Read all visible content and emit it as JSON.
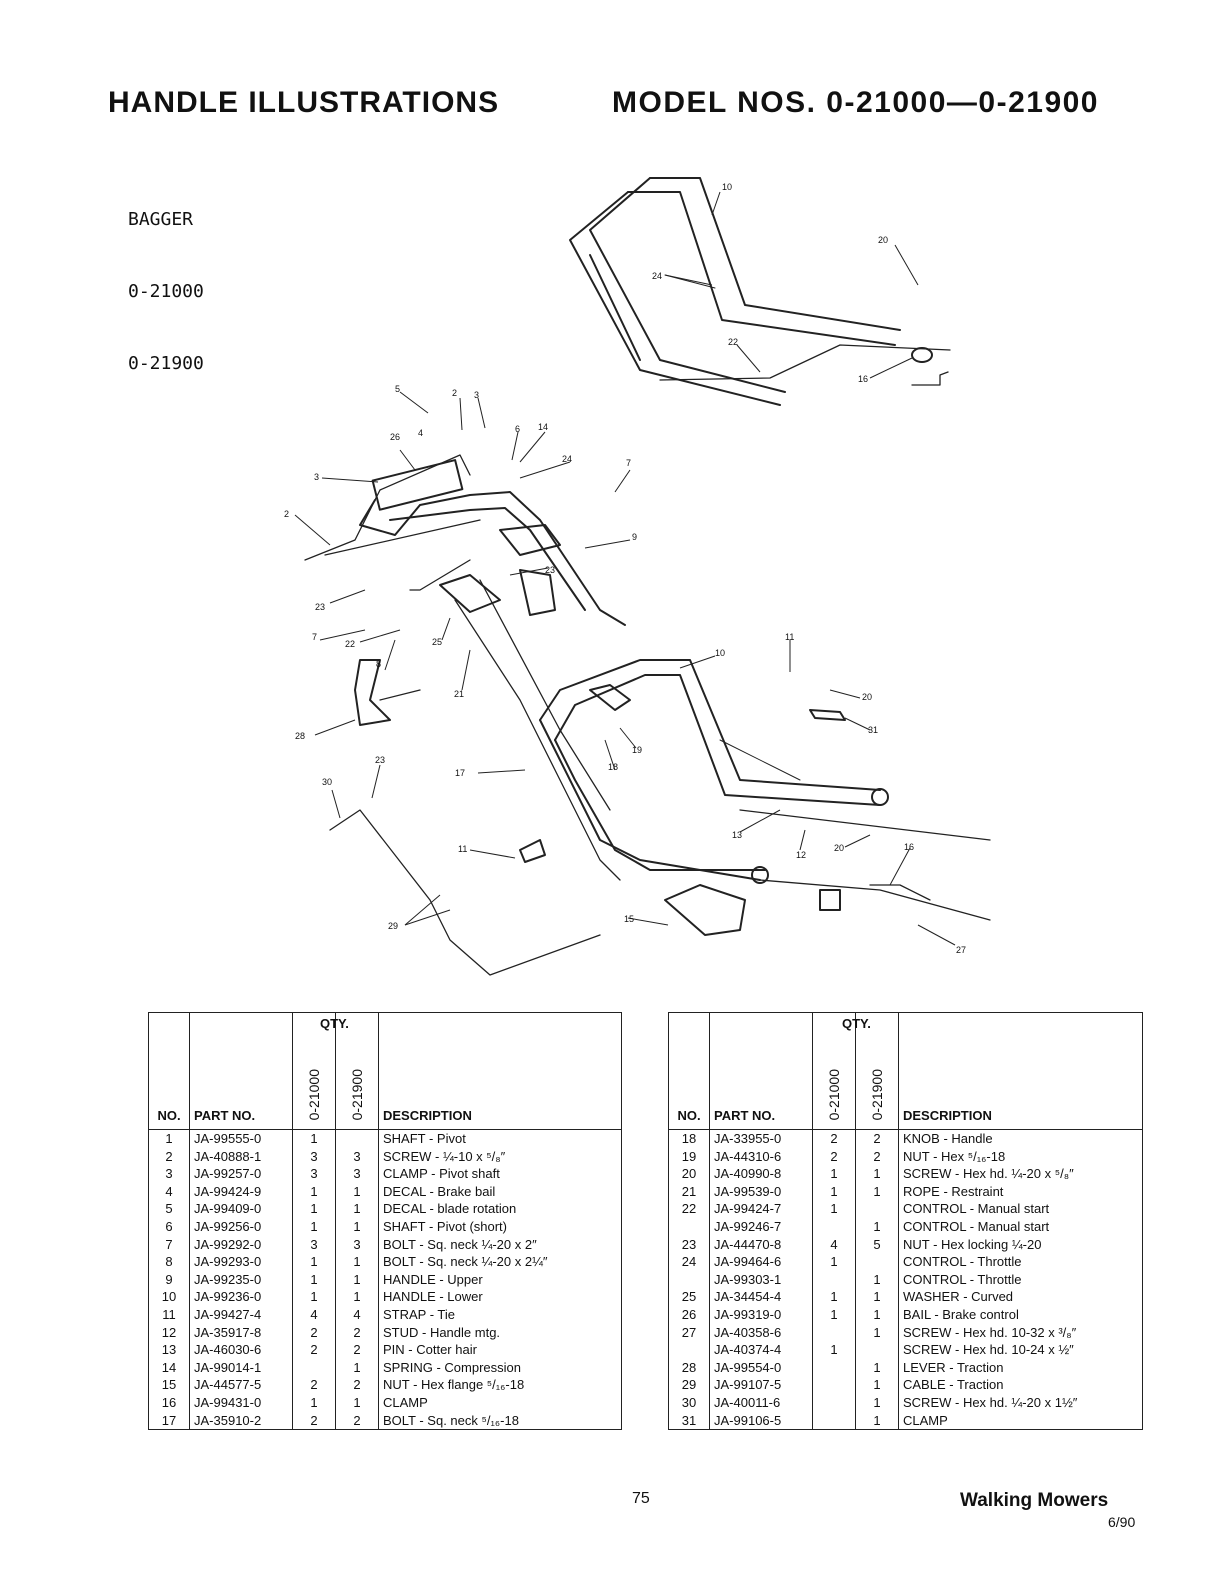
{
  "header": {
    "title": "HANDLE ILLUSTRATIONS",
    "model": "MODEL NOS. 0-21000—0-21900"
  },
  "subtitle": [
    "BAGGER",
    "0-21000",
    "0-21900"
  ],
  "diagram": {
    "callouts": [
      "10",
      "20",
      "24",
      "22",
      "16",
      "5",
      "2",
      "3",
      "26",
      "4",
      "6",
      "14",
      "24",
      "7",
      "3",
      "2",
      "9",
      "23",
      "23",
      "7",
      "22",
      "25",
      "8",
      "11",
      "10",
      "20",
      "31",
      "21",
      "28",
      "18",
      "19",
      "17",
      "23",
      "30",
      "13",
      "12",
      "20",
      "16",
      "11",
      "29",
      "15",
      "27"
    ]
  },
  "table_headers": {
    "qty": "QTY.",
    "no": "NO.",
    "part": "PART NO.",
    "model_a": "0-21000",
    "model_b": "0-21900",
    "desc": "DESCRIPTION"
  },
  "parts_left": [
    {
      "no": "1",
      "part": "JA-99555-0",
      "a": "1",
      "b": "",
      "desc": "SHAFT - Pivot"
    },
    {
      "no": "2",
      "part": "JA-40888-1",
      "a": "3",
      "b": "3",
      "desc": "SCREW - ¼-10 x ⁵/₈″"
    },
    {
      "no": "3",
      "part": "JA-99257-0",
      "a": "3",
      "b": "3",
      "desc": "CLAMP - Pivot shaft"
    },
    {
      "no": "4",
      "part": "JA-99424-9",
      "a": "1",
      "b": "1",
      "desc": "DECAL - Brake bail"
    },
    {
      "no": "5",
      "part": "JA-99409-0",
      "a": "1",
      "b": "1",
      "desc": "DECAL - blade rotation"
    },
    {
      "no": "6",
      "part": "JA-99256-0",
      "a": "1",
      "b": "1",
      "desc": "SHAFT - Pivot (short)"
    },
    {
      "no": "7",
      "part": "JA-99292-0",
      "a": "3",
      "b": "3",
      "desc": "BOLT - Sq. neck ¼-20 x 2″"
    },
    {
      "no": "8",
      "part": "JA-99293-0",
      "a": "1",
      "b": "1",
      "desc": "BOLT - Sq. neck ¼-20 x 2¼″"
    },
    {
      "no": "9",
      "part": "JA-99235-0",
      "a": "1",
      "b": "1",
      "desc": "HANDLE - Upper"
    },
    {
      "no": "10",
      "part": "JA-99236-0",
      "a": "1",
      "b": "1",
      "desc": "HANDLE - Lower"
    },
    {
      "no": "11",
      "part": "JA-99427-4",
      "a": "4",
      "b": "4",
      "desc": "STRAP - Tie"
    },
    {
      "no": "12",
      "part": "JA-35917-8",
      "a": "2",
      "b": "2",
      "desc": "STUD - Handle mtg."
    },
    {
      "no": "13",
      "part": "JA-46030-6",
      "a": "2",
      "b": "2",
      "desc": "PIN - Cotter hair"
    },
    {
      "no": "14",
      "part": "JA-99014-1",
      "a": "",
      "b": "1",
      "desc": "SPRING - Compression"
    },
    {
      "no": "15",
      "part": "JA-44577-5",
      "a": "2",
      "b": "2",
      "desc": "NUT - Hex flange ⁵/₁₆-18"
    },
    {
      "no": "16",
      "part": "JA-99431-0",
      "a": "1",
      "b": "1",
      "desc": "CLAMP"
    },
    {
      "no": "17",
      "part": "JA-35910-2",
      "a": "2",
      "b": "2",
      "desc": "BOLT - Sq. neck ⁵/₁₆-18"
    }
  ],
  "parts_right": [
    {
      "no": "18",
      "part": "JA-33955-0",
      "a": "2",
      "b": "2",
      "desc": "KNOB - Handle"
    },
    {
      "no": "19",
      "part": "JA-44310-6",
      "a": "2",
      "b": "2",
      "desc": "NUT - Hex ⁵/₁₆-18"
    },
    {
      "no": "20",
      "part": "JA-40990-8",
      "a": "1",
      "b": "1",
      "desc": "SCREW - Hex hd. ¼-20 x ⁵/₈″"
    },
    {
      "no": "21",
      "part": "JA-99539-0",
      "a": "1",
      "b": "1",
      "desc": "ROPE - Restraint"
    },
    {
      "no": "22",
      "part": "JA-99424-7",
      "a": "1",
      "b": "",
      "desc": "CONTROL - Manual start"
    },
    {
      "no": "",
      "part": "JA-99246-7",
      "a": "",
      "b": "1",
      "desc": "CONTROL - Manual start"
    },
    {
      "no": "23",
      "part": "JA-44470-8",
      "a": "4",
      "b": "5",
      "desc": "NUT - Hex locking ¼-20"
    },
    {
      "no": "24",
      "part": "JA-99464-6",
      "a": "1",
      "b": "",
      "desc": "CONTROL - Throttle"
    },
    {
      "no": "",
      "part": "JA-99303-1",
      "a": "",
      "b": "1",
      "desc": "CONTROL - Throttle"
    },
    {
      "no": "25",
      "part": "JA-34454-4",
      "a": "1",
      "b": "1",
      "desc": "WASHER - Curved"
    },
    {
      "no": "26",
      "part": "JA-99319-0",
      "a": "1",
      "b": "1",
      "desc": "BAIL - Brake control"
    },
    {
      "no": "27",
      "part": "JA-40358-6",
      "a": "",
      "b": "1",
      "desc": "SCREW - Hex hd. 10-32 x ³/₈″"
    },
    {
      "no": "",
      "part": "JA-40374-4",
      "a": "1",
      "b": "",
      "desc": "SCREW - Hex hd. 10-24 x ½″"
    },
    {
      "no": "28",
      "part": "JA-99554-0",
      "a": "",
      "b": "1",
      "desc": "LEVER - Traction"
    },
    {
      "no": "29",
      "part": "JA-99107-5",
      "a": "",
      "b": "1",
      "desc": "CABLE - Traction"
    },
    {
      "no": "30",
      "part": "JA-40011-6",
      "a": "",
      "b": "1",
      "desc": "SCREW - Hex hd. ¼-20 x 1½″"
    },
    {
      "no": "31",
      "part": "JA-99106-5",
      "a": "",
      "b": "1",
      "desc": "CLAMP"
    }
  ],
  "footer": {
    "page": "75",
    "section": "Walking Mowers",
    "date": "6/90"
  }
}
